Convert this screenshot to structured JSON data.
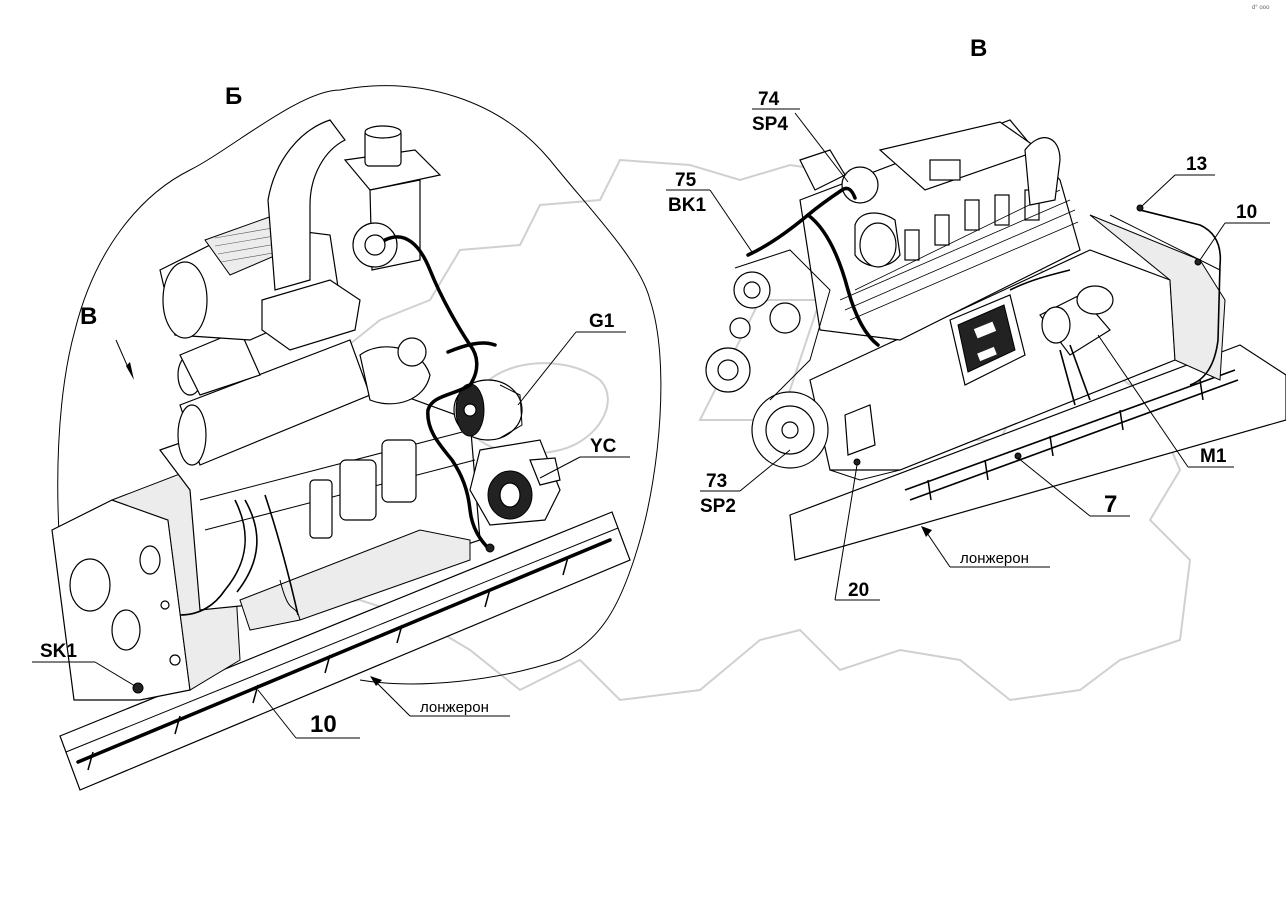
{
  "corner_mark": "d° ooo",
  "sections": {
    "left": "Б",
    "right": "В"
  },
  "view_arrow_label": "В",
  "callouts": {
    "g1": "G1",
    "yc": "YC",
    "sk1": "SK1",
    "left_harness": "10",
    "c74_top": "74",
    "c74_bottom": "SP4",
    "c75_top": "75",
    "c75_bottom": "BK1",
    "c13": "13",
    "c10": "10",
    "m1": "M1",
    "c7": "7",
    "c73_top": "73",
    "c73_bottom": "SP2",
    "c20": "20"
  },
  "frame_labels": {
    "left": "лонжерон",
    "right": "лонжерон"
  },
  "colors": {
    "ink": "#000000",
    "watermark": "#d9d9d9",
    "background": "#ffffff"
  }
}
